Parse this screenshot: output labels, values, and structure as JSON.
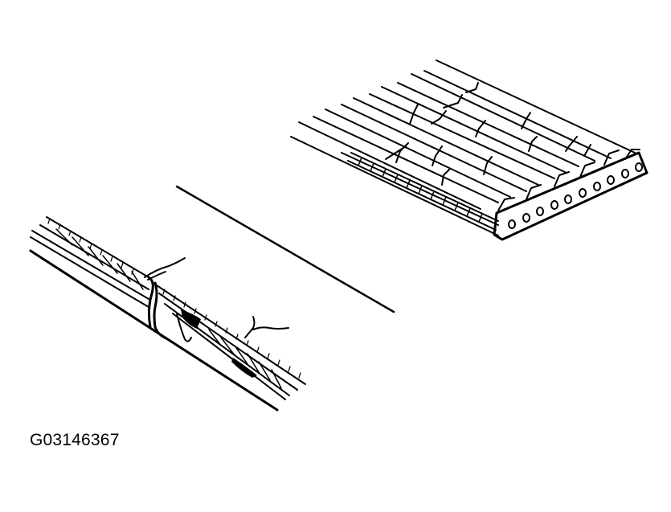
{
  "figure": {
    "id_label": "G03146367",
    "subject": "ribbed belt cracking illustration",
    "colors": {
      "line": "#000000",
      "background": "#ffffff"
    },
    "panels": [
      {
        "name": "belt-isometric-view",
        "description": "multi-rib belt with transverse cracks across ribs"
      },
      {
        "name": "belt-cross-section-view",
        "description": "side section of belt showing crack separation and torn cords"
      },
      {
        "name": "separator-line",
        "description": "diagonal line between views"
      }
    ]
  }
}
